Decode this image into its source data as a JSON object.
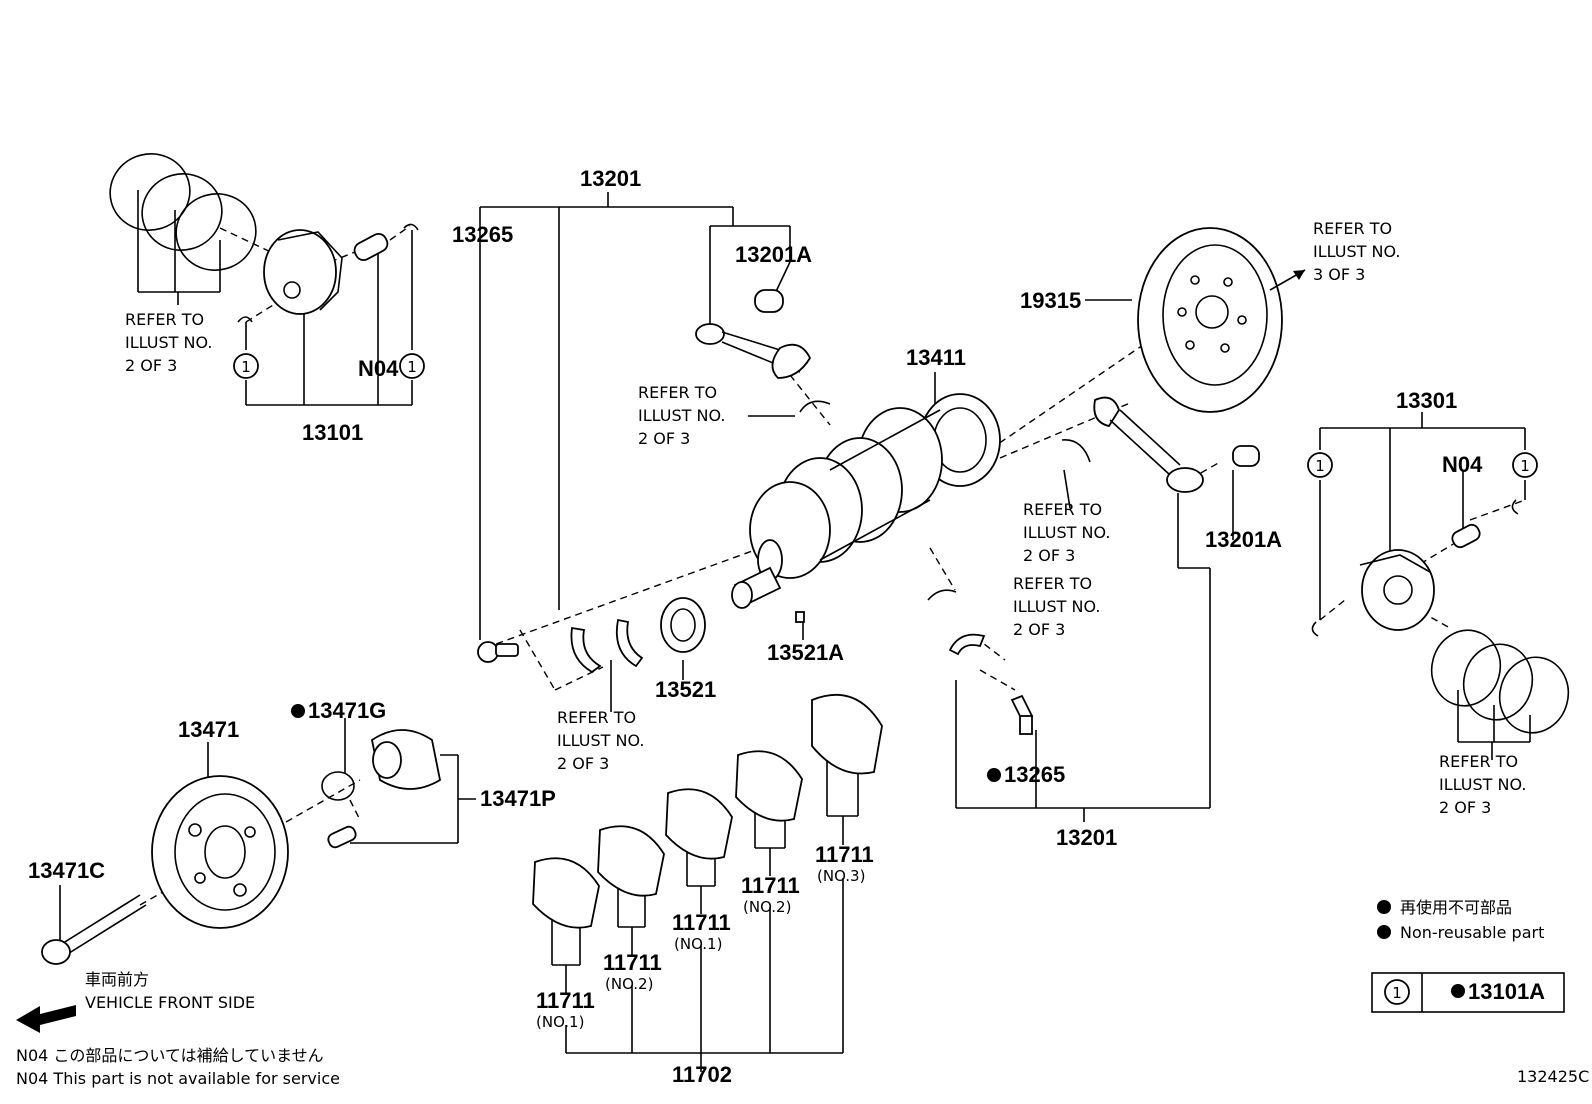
{
  "part_numbers": {
    "p13201_top": "13201",
    "p13265_top": "13265",
    "p13201A_top": "13201A",
    "p19315": "19315",
    "p13411": "13411",
    "p13101": "13101",
    "n04_left": "N04",
    "p13301": "13301",
    "n04_right": "N04",
    "p13201A_right": "13201A",
    "p13521": "13521",
    "p13521A": "13521A",
    "p13471": "13471",
    "p13471G": "13471G",
    "p13471P": "13471P",
    "p13471C": "13471C",
    "p13265_bottom": "13265",
    "p13201_bottom": "13201",
    "p11711_a": "11711",
    "p11711_b": "11711",
    "p11711_c": "11711",
    "p11711_d": "11711",
    "p11711_e": "11711",
    "p11702": "11702"
  },
  "sub_labels": {
    "no1_a": "(NO.1)",
    "no2_a": "(NO.2)",
    "no1_b": "(NO.1)",
    "no2_b": "(NO.2)",
    "no3": "(NO.3)"
  },
  "refer_notes": {
    "line1": "REFER TO",
    "line2": "ILLUST NO.",
    "two_of_three": "2 OF 3",
    "three_of_three": "3 OF 3"
  },
  "circle_number": "1",
  "direction": {
    "jp": "車両前方",
    "en": "VEHICLE FRONT SIDE"
  },
  "footnote": {
    "jp": "N04  この部品については補給していません",
    "en": "N04  This part is not available for service"
  },
  "legend": {
    "jp": "再使用不可部品",
    "en": "Non-reusable part"
  },
  "ref_table": {
    "key": "1",
    "value": "13101A"
  },
  "figure_id": "132425C"
}
